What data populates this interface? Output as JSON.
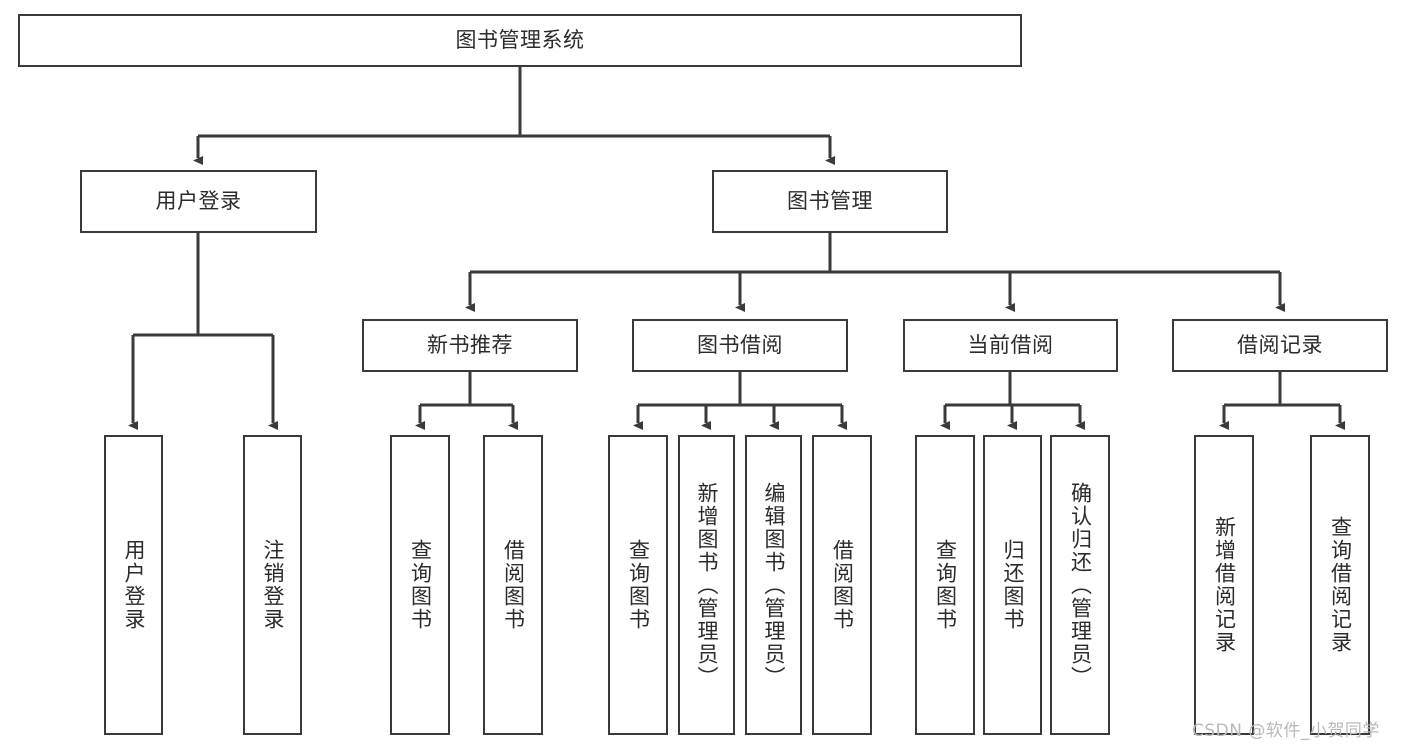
{
  "diagram": {
    "type": "tree-hierarchy-chart",
    "title_node": "图书管理系统",
    "stroke_color": "#3a3a3a",
    "text_color": "#2b2b2b",
    "background_color": "#ffffff",
    "nodes": {
      "root": {
        "label": "图书管理系统"
      },
      "level1": [
        {
          "label": "用户登录"
        },
        {
          "label": "图书管理"
        }
      ],
      "level2": [
        {
          "label": "新书推荐"
        },
        {
          "label": "图书借阅"
        },
        {
          "label": "当前借阅"
        },
        {
          "label": "借阅记录"
        }
      ],
      "leaves": [
        {
          "label": "用户登录"
        },
        {
          "label": "注销登录"
        },
        {
          "label": "查询图书"
        },
        {
          "label": "借阅图书"
        },
        {
          "label": "查询图书"
        },
        {
          "label": "新增图书（管理员）"
        },
        {
          "label": "编辑图书（管理员）"
        },
        {
          "label": "借阅图书"
        },
        {
          "label": "查询图书"
        },
        {
          "label": "归还图书"
        },
        {
          "label": "确认归还（管理员）"
        },
        {
          "label": "新增借阅记录"
        },
        {
          "label": "查询借阅记录"
        }
      ]
    }
  },
  "watermark": {
    "text": "CSDN @软件_小贺同学"
  }
}
